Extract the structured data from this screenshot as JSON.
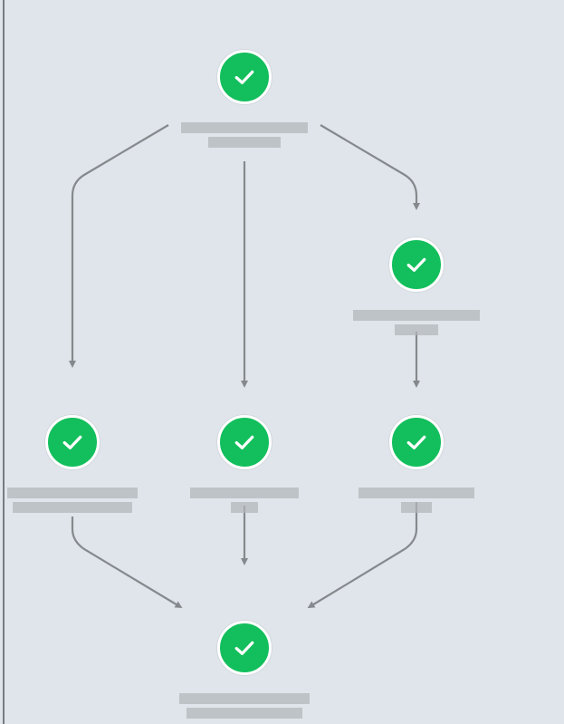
{
  "nodes": [
    {
      "id": "root",
      "status": "complete",
      "icon": "check-icon",
      "label": ""
    },
    {
      "id": "left-branch",
      "status": "complete",
      "icon": "check-icon",
      "label": ""
    },
    {
      "id": "mid-branch",
      "status": "complete",
      "icon": "check-icon",
      "label": ""
    },
    {
      "id": "right-step-1",
      "status": "complete",
      "icon": "check-icon",
      "label": ""
    },
    {
      "id": "right-step-2",
      "status": "complete",
      "icon": "check-icon",
      "label": ""
    },
    {
      "id": "final",
      "status": "complete",
      "icon": "check-icon",
      "label": ""
    }
  ],
  "edges": [
    {
      "from": "root",
      "to": "left-branch"
    },
    {
      "from": "root",
      "to": "mid-branch"
    },
    {
      "from": "root",
      "to": "right-step-1"
    },
    {
      "from": "right-step-1",
      "to": "right-step-2"
    },
    {
      "from": "left-branch",
      "to": "final"
    },
    {
      "from": "mid-branch",
      "to": "final"
    },
    {
      "from": "right-step-2",
      "to": "final"
    }
  ],
  "colors": {
    "background": "#dfe5ea",
    "complete": "#12bf5c",
    "edge": "#85898d",
    "ring": "#ffffff"
  }
}
